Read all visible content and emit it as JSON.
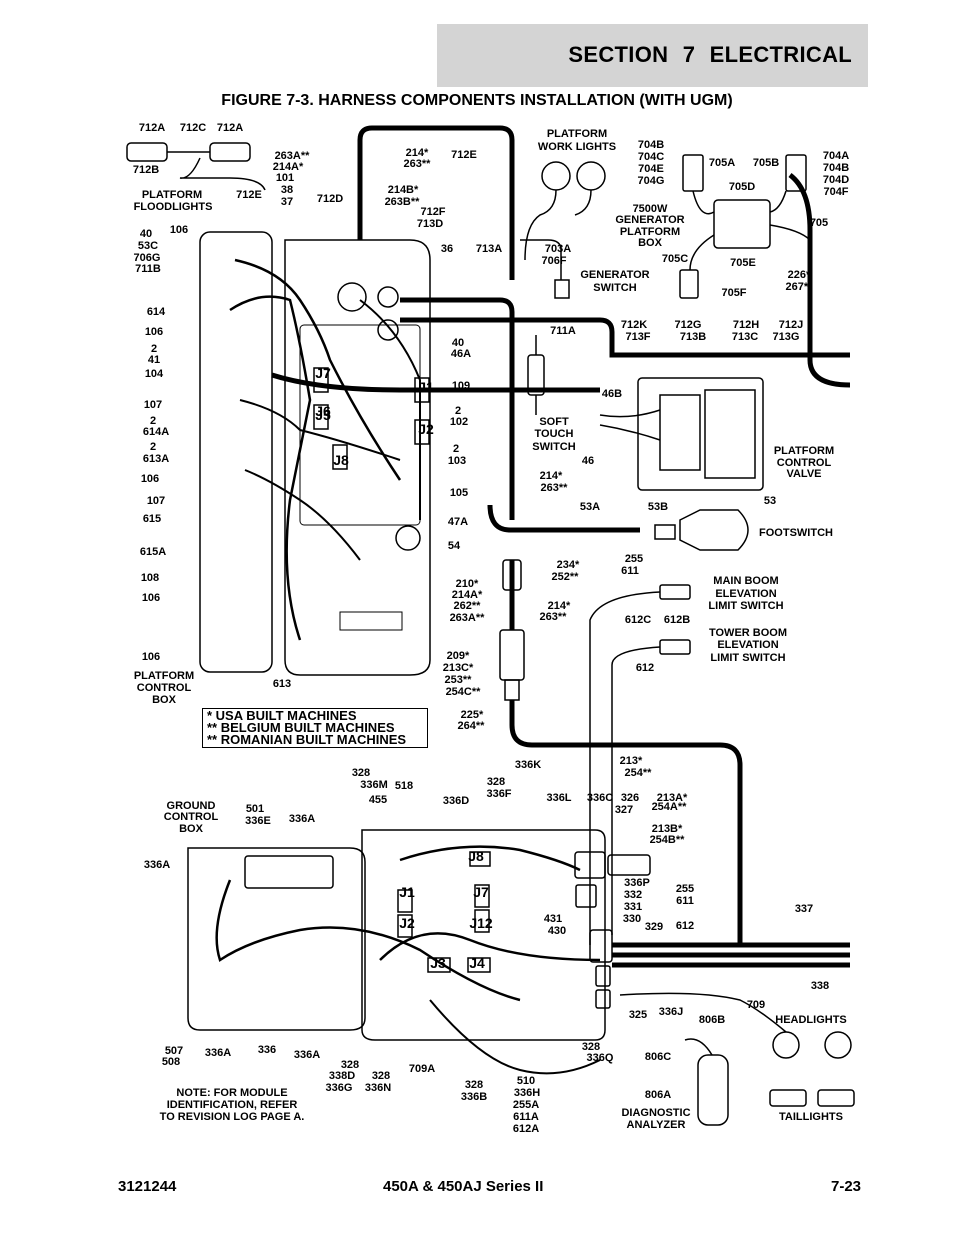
{
  "header": {
    "section": "SECTION 7   ELECTRICAL",
    "figure_title": "FIGURE 7-3. HARNESS COMPONENTS INSTALLATION (WITH UGM)"
  },
  "legend": [
    "*  USA BUILT MACHINES",
    "** BELGIUM BUILT MACHINES",
    "** ROMANIAN BUILT MACHINES"
  ],
  "footer": {
    "doc_number": "3121244",
    "model": "450A & 450AJ Series II",
    "page": "7-23"
  },
  "labels": [
    "712A",
    "712C",
    "712A",
    "712B",
    "PLATFORM",
    "FLOODLIGHTS",
    "712E",
    "263A**",
    "214A*",
    "101",
    "38",
    "37",
    "712D",
    "214*",
    "263**",
    "712E",
    "214B*",
    "263B**",
    "712F",
    "713D",
    "36",
    "713A",
    "PLATFORM",
    "WORK LIGHTS",
    "704B",
    "704C",
    "704E",
    "704G",
    "705A",
    "705B",
    "704A",
    "704B",
    "704D",
    "704F",
    "705D",
    "7500W",
    "GENERATOR",
    "PLATFORM",
    "BOX",
    "705",
    "705C",
    "705E",
    "226*",
    "267**",
    "705F",
    "703A",
    "706F",
    "GENERATOR",
    "SWITCH",
    "711A",
    "712K",
    "713F",
    "712G",
    "713B",
    "712H",
    "713C",
    "712J",
    "713G",
    "40",
    "53C",
    "706G",
    "711B",
    "106",
    "614",
    "106",
    "2",
    "41",
    "104",
    "107",
    "2",
    "614A",
    "2",
    "613A",
    "106",
    "107",
    "615",
    "615A",
    "108",
    "106",
    "106",
    "PLATFORM",
    "CONTROL",
    "BOX",
    "613",
    "J7",
    "J5",
    "J6",
    "J8",
    "J1",
    "J2",
    "40",
    "46A",
    "109",
    "2",
    "102",
    "2",
    "103",
    "105",
    "47A",
    "54",
    "46B",
    "SOFT",
    "TOUCH",
    "SWITCH",
    "46",
    "214*",
    "263**",
    "PLATFORM",
    "CONTROL",
    "VALVE",
    "53A",
    "53B",
    "53",
    "FOOTSWITCH",
    "234*",
    "252**",
    "210*",
    "214A*",
    "262**",
    "263A**",
    "214*",
    "263**",
    "255",
    "611",
    "MAIN BOOM",
    "ELEVATION",
    "LIMIT SWITCH",
    "612C",
    "612B",
    "TOWER BOOM",
    "ELEVATION",
    "LIMIT SWITCH",
    "612",
    "209*",
    "213C*",
    "253**",
    "254C**",
    "225*",
    "264**",
    "213*",
    "254**",
    "GROUND",
    "CONTROL",
    "BOX",
    "501",
    "336E",
    "336A",
    "328",
    "336M",
    "455",
    "518",
    "336D",
    "328",
    "336F",
    "336K",
    "336L",
    "336C",
    "326",
    "327",
    "213A*",
    "254A**",
    "213B*",
    "254B**",
    "336A",
    "J8",
    "J1",
    "J7",
    "J12",
    "J2",
    "J3",
    "J4",
    "336P",
    "332",
    "331",
    "330",
    "329",
    "431",
    "430",
    "255",
    "611",
    "612",
    "337",
    "338",
    "325",
    "336J",
    "709",
    "806B",
    "HEADLIGHTS",
    "806C",
    "328",
    "336Q",
    "507",
    "508",
    "336A",
    "336",
    "336A",
    "328",
    "338D",
    "336G",
    "328",
    "336N",
    "709A",
    "328",
    "336B",
    "510",
    "336H",
    "255A",
    "611A",
    "612A",
    "806A",
    "DIAGNOSTIC",
    "ANALYZER",
    "TAILLIGHTS",
    "NOTE: FOR MODULE",
    "IDENTIFICATION, REFER",
    "TO REVISION LOG PAGE A."
  ]
}
